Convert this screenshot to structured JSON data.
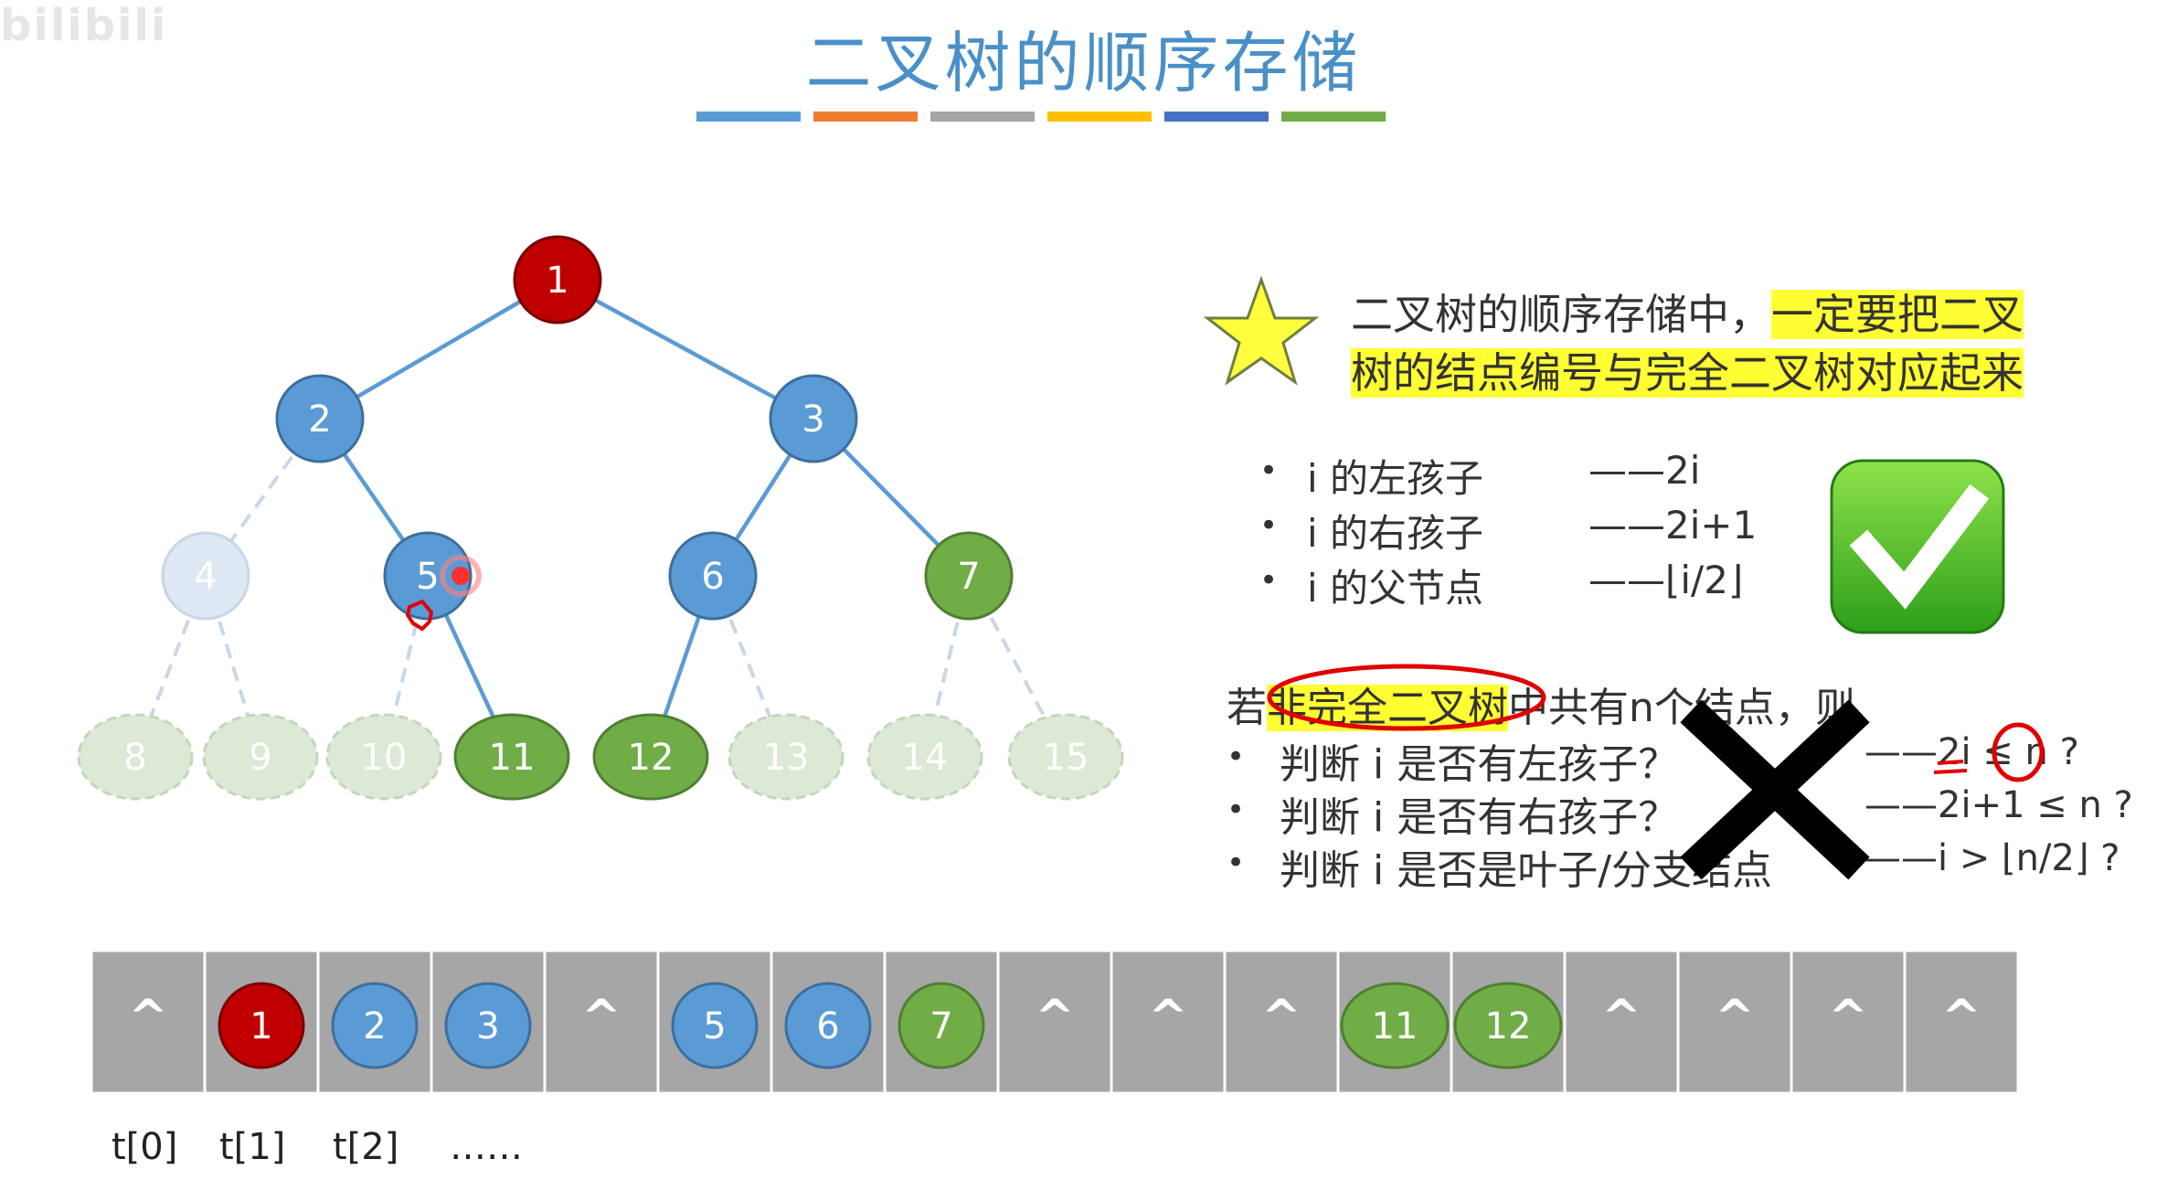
{
  "watermark": "bilibili",
  "title": "二叉树的顺序存储",
  "title_bar_colors": [
    "#5b9bd5",
    "#ed7d31",
    "#a5a5a5",
    "#ffc000",
    "#4472c4",
    "#70ad47"
  ],
  "colors": {
    "root": "#c00000",
    "blue": "#5b9bd5",
    "green": "#70ad47",
    "faded": "#dce9d5",
    "edge": "#5b9bd5",
    "cell": "#a6a6a6",
    "highlight": "#ffff33",
    "annotation": "#e00000"
  },
  "tree": {
    "nodes": [
      {
        "label": "1",
        "style": "root"
      },
      {
        "label": "2",
        "style": "blue"
      },
      {
        "label": "3",
        "style": "blue"
      },
      {
        "label": "4",
        "style": "faded-blue"
      },
      {
        "label": "5",
        "style": "blue"
      },
      {
        "label": "6",
        "style": "blue"
      },
      {
        "label": "7",
        "style": "green"
      },
      {
        "label": "8",
        "style": "faded"
      },
      {
        "label": "9",
        "style": "faded"
      },
      {
        "label": "10",
        "style": "faded"
      },
      {
        "label": "11",
        "style": "green"
      },
      {
        "label": "12",
        "style": "green"
      },
      {
        "label": "13",
        "style": "faded"
      },
      {
        "label": "14",
        "style": "faded"
      },
      {
        "label": "15",
        "style": "faded"
      }
    ]
  },
  "note": {
    "plain": "二叉树的顺序存储中，",
    "highlight_1": "一定要把二叉",
    "highlight_2": "树的结点编号与完全二叉树对应起来"
  },
  "formulas": [
    {
      "label": "i 的左孩子",
      "value": "——2i"
    },
    {
      "label": "i 的右孩子",
      "value": "——2i+1"
    },
    {
      "label": "i 的父节点",
      "value": "——⌊i/2⌋"
    }
  ],
  "condition": {
    "prefix": "若",
    "highlight": "非完全二叉树",
    "suffix": "中共有n个结点，则",
    "items": [
      {
        "label": "判断 i 是否有左孩子？",
        "value": "——2i ≤ n ?"
      },
      {
        "label": "判断 i 是否有右孩子？",
        "value": "——2i+1 ≤ n ?"
      },
      {
        "label": "判断 i 是否是叶子/分支结点",
        "value": "——i > ⌊n/2⌋ ?"
      }
    ]
  },
  "array": {
    "cells": [
      {
        "kind": "null",
        "text": "^"
      },
      {
        "kind": "root",
        "text": "1"
      },
      {
        "kind": "blue",
        "text": "2"
      },
      {
        "kind": "blue",
        "text": "3"
      },
      {
        "kind": "null",
        "text": "^"
      },
      {
        "kind": "blue",
        "text": "5"
      },
      {
        "kind": "blue",
        "text": "6"
      },
      {
        "kind": "green",
        "text": "7"
      },
      {
        "kind": "null",
        "text": "^"
      },
      {
        "kind": "null",
        "text": "^"
      },
      {
        "kind": "null",
        "text": "^"
      },
      {
        "kind": "green",
        "text": "11"
      },
      {
        "kind": "green",
        "text": "12"
      },
      {
        "kind": "null",
        "text": "^"
      },
      {
        "kind": "null",
        "text": "^"
      },
      {
        "kind": "null",
        "text": "^"
      },
      {
        "kind": "null",
        "text": "^"
      }
    ],
    "index_labels": [
      "t[0]",
      "t[1]",
      "t[2]",
      "……"
    ]
  }
}
